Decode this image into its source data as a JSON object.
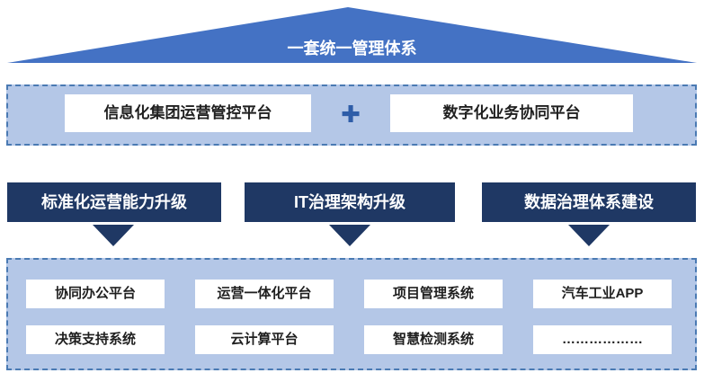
{
  "colors": {
    "roof": "#4472c4",
    "panel": "#b4c7e7",
    "panel_border": "#4a7ab3",
    "header": "#1f3864",
    "plus": "#2e5da8"
  },
  "roof_title": "一套统一管理体系",
  "platforms": {
    "left": "信息化集团运营管控平台",
    "plus_glyph": "✚",
    "right": "数字化业务协同平台"
  },
  "upgrades": [
    "标准化运营能力升级",
    "IT治理架构升级",
    "数据治理体系建设"
  ],
  "systems_row1": [
    "协同办公平台",
    "运营一体化平台",
    "项目管理系统",
    "汽车工业APP"
  ],
  "systems_row2": [
    "决策支持系统",
    "云计算平台",
    "智慧检测系统",
    "………………"
  ]
}
